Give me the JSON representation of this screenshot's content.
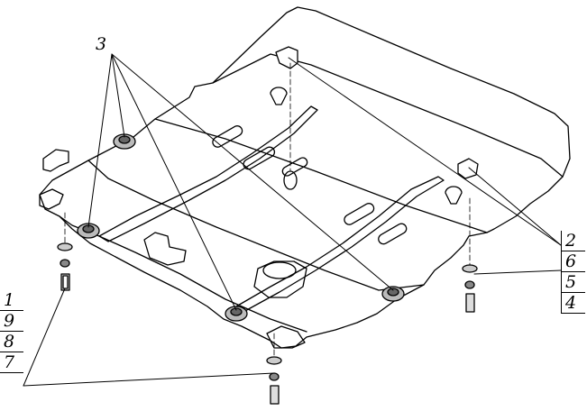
{
  "callouts": {
    "top_label": "3",
    "left_stack": [
      "1",
      "9",
      "8",
      "7"
    ],
    "right_stack": [
      "2",
      "6",
      "5",
      "4"
    ]
  },
  "parts": {
    "skid_plate": "skid-plate",
    "mounting_nuts": 4,
    "rear_brackets": 2
  }
}
